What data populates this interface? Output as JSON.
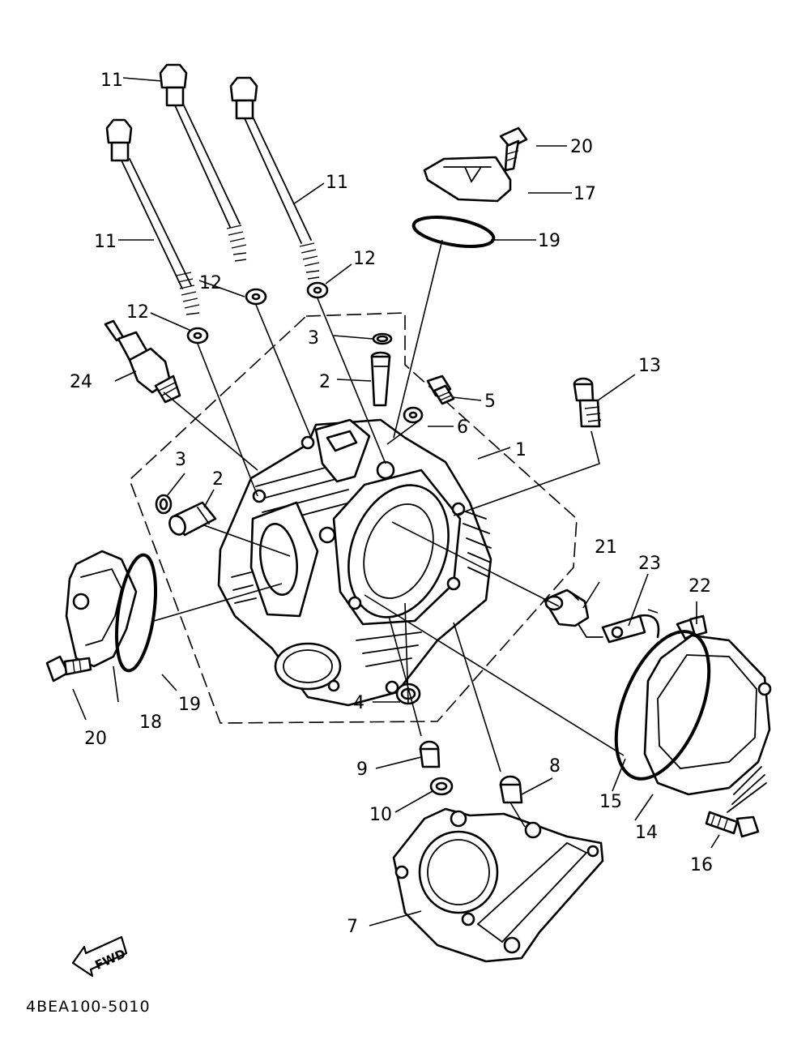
{
  "callouts": {
    "c1": "1",
    "c2a": "2",
    "c2b": "2",
    "c3a": "3",
    "c3b": "3",
    "c4": "4",
    "c5": "5",
    "c6": "6",
    "c7": "7",
    "c8": "8",
    "c9": "9",
    "c10": "10",
    "c11a": "11",
    "c11b": "11",
    "c11c": "11",
    "c12a": "12",
    "c12b": "12",
    "c12c": "12",
    "c13": "13",
    "c14": "14",
    "c15": "15",
    "c16": "16",
    "c17": "17",
    "c18": "18",
    "c19a": "19",
    "c19b": "19",
    "c20a": "20",
    "c20b": "20",
    "c21": "21",
    "c22": "22",
    "c23": "23",
    "c24": "24"
  },
  "direction_label": "FWD",
  "diagram_code": "4BEA100-5010"
}
